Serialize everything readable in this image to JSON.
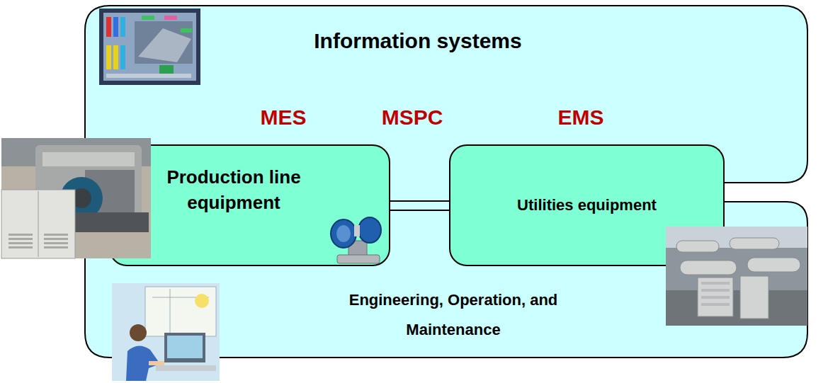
{
  "diagram": {
    "nodes": [
      {
        "text": [
          "Information systems"
        ]
      },
      {
        "text": [
          "Engineering, Operation, and Maintenance"
        ]
      },
      {
        "text": [
          "Production line equipment"
        ]
      },
      {
        "text": [
          "Utilities equipment"
        ]
      }
    ],
    "edges": [
      {
        "from": 2,
        "to": 3,
        "arrow": "none"
      }
    ],
    "labels": [
      "MES",
      "MSPC",
      "EMS"
    ]
  }
}
